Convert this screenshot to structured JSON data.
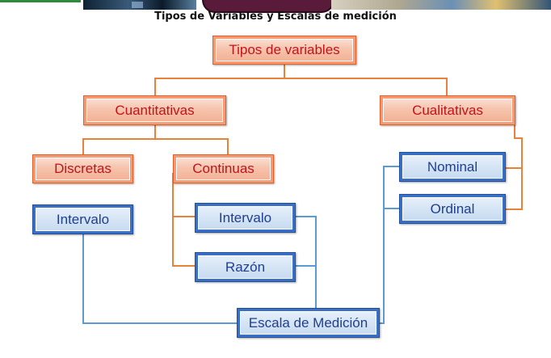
{
  "title": "Tipos de Variables y Escalas de medición",
  "nodes": {
    "root": "Tipos de variables",
    "cuantitativas": "Cuantitativas",
    "cualitativas": "Cualitativas",
    "discretas": "Discretas",
    "continuas": "Continuas",
    "intervalo_discretas": "Intervalo",
    "intervalo_continuas": "Intervalo",
    "razon": "Razón",
    "nominal": "Nominal",
    "ordinal": "Ordinal",
    "escala": "Escala de Medición"
  },
  "colors": {
    "orange_text": "#c0141c",
    "orange_border": "#e0602a",
    "blue_text": "#1f3f8f",
    "blue_border": "#1f4fa0",
    "orange_line": "#e8823a",
    "blue_line": "#5b9bd5"
  }
}
